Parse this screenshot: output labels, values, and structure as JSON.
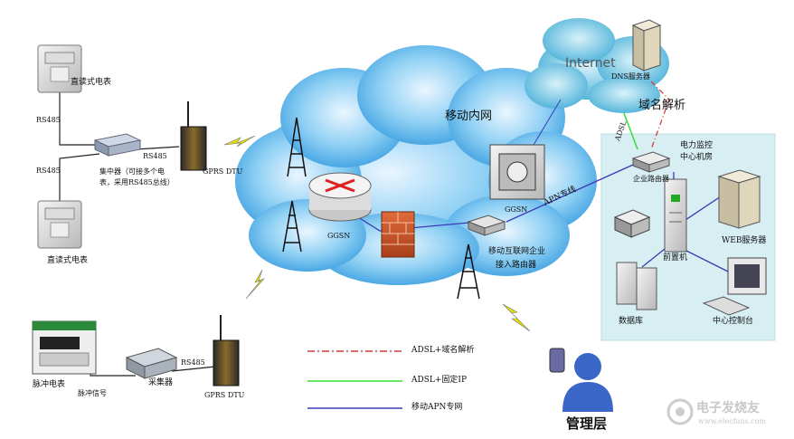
{
  "meters": {
    "meter_top": "直读式电表",
    "meter_bottom": "直读式电表",
    "rs485_a": "RS485",
    "rs485_b": "RS485",
    "rs485_c": "RS485",
    "rs485_d": "RS485",
    "concentrator": "集中器（可接多个电",
    "concentrator_2": "表，采用RS485总线）",
    "gprs_dtu_top": "GPRS DTU",
    "pulse_meter": "脉冲电表",
    "pulse_signal": "脉冲信号",
    "collector": "采集器",
    "gprs_dtu_bottom": "GPRS DTU"
  },
  "network": {
    "mobile_intranet": "移动内网",
    "internet": "Internet",
    "dns_server": "DNS服务器",
    "domain_resolution": "域名解析",
    "adsl": "ADSL",
    "ggsn_left": "GGSN",
    "ggsn_right": "GGSN",
    "apn_line": "APN专线",
    "enterprise_router": "移动互联网企业",
    "enterprise_router_2": "接入路由器"
  },
  "datacenter": {
    "title": "电力监控",
    "title_2": "中心机房",
    "corp_router": "企业路由器",
    "frontend": "前置机",
    "web_server": "WEB服务器",
    "database": "数据库",
    "console": "中心控制台"
  },
  "management": "管理层",
  "legend": [
    {
      "label": "ADSL+域名解析",
      "color": "#d43a3a",
      "style": "dashdot"
    },
    {
      "label": "ADSL+固定IP",
      "color": "#33dd33",
      "style": "solid"
    },
    {
      "label": "移动APN专网",
      "color": "#3a3ab8",
      "style": "solid"
    }
  ],
  "watermark": "电子发烧友",
  "watermark_url": "www.elecfans.com"
}
